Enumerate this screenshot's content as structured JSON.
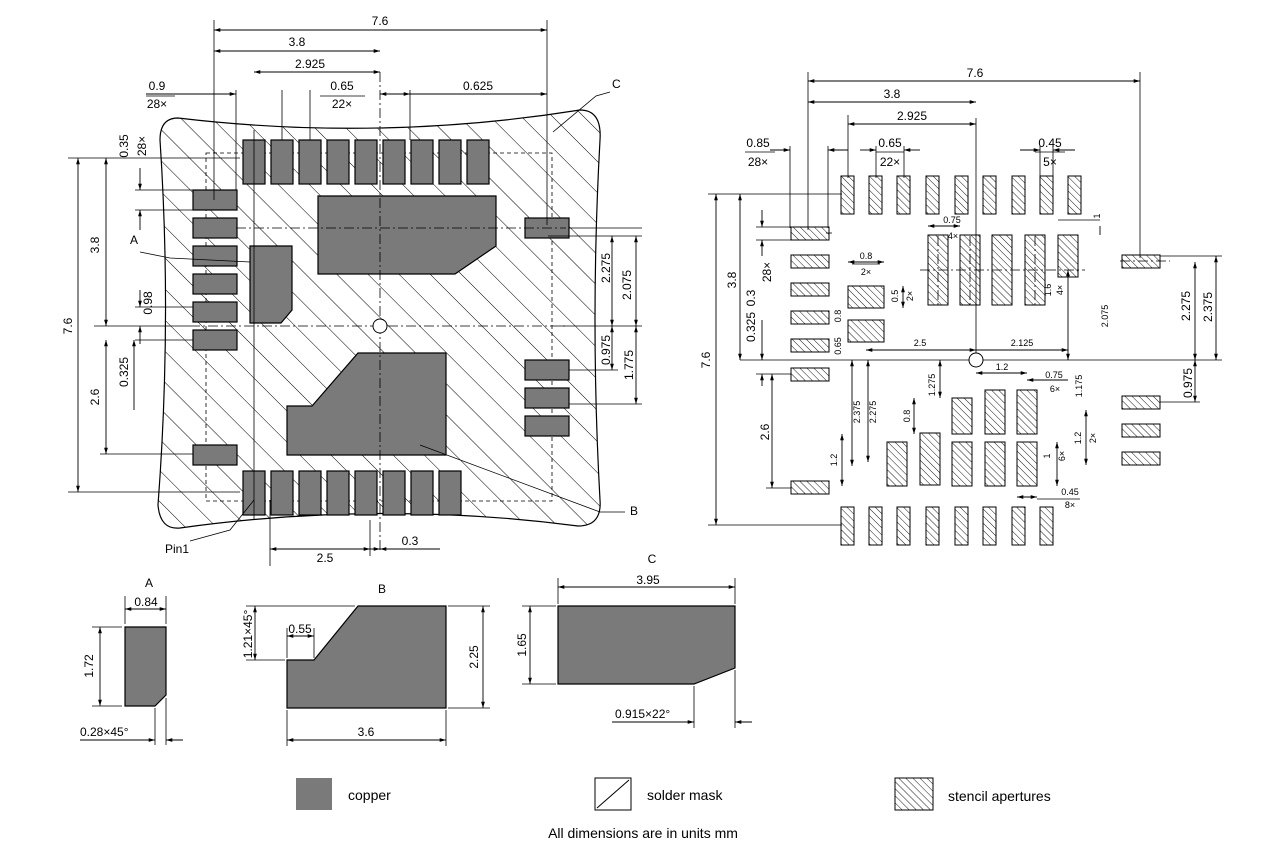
{
  "main_view": {
    "dims_top": [
      "7.6",
      "3.8",
      "2.925",
      "0.65",
      "22×",
      "0.625",
      "0.9",
      "28×"
    ],
    "dims_left": [
      "0.35",
      "28×",
      "3.8",
      "7.6",
      "0.98",
      "0.325",
      "2.6"
    ],
    "dims_right": [
      "2.275",
      "2.075",
      "0.975",
      "1.775"
    ],
    "dims_bottom": [
      "2.5",
      "0.3"
    ],
    "callouts": [
      "A",
      "B",
      "C",
      "Pin1"
    ]
  },
  "stencil_view": {
    "dims_top": [
      "7.6",
      "3.8",
      "2.925",
      "0.85",
      "28×",
      "0.65",
      "22×",
      "0.45",
      "5×"
    ],
    "dims_left": [
      "7.6",
      "3.8",
      "0.3",
      "28×",
      "0.325",
      "2.6"
    ],
    "dims_inner": [
      "0.75",
      "4×",
      "0.8",
      "2×",
      "0.5",
      "2×",
      "0.8",
      "0.65",
      "1.6",
      "4×",
      "1",
      "2.5",
      "2.125",
      "2.075",
      "1.2",
      "0.75",
      "6×",
      "1.175",
      "1.275",
      "0.8",
      "2.375",
      "2.275",
      "1.2",
      "1",
      "6×",
      "1.2",
      "2×",
      "0.45",
      "8×"
    ],
    "dims_right": [
      "2.275",
      "2.375",
      "0.975"
    ]
  },
  "detail_a": {
    "title": "A",
    "dims": [
      "0.84",
      "1.72",
      "0.28×45°"
    ]
  },
  "detail_b": {
    "title": "B",
    "dims": [
      "1.21×45°",
      "0.55",
      "2.25",
      "3.6"
    ]
  },
  "detail_c": {
    "title": "C",
    "dims": [
      "3.95",
      "1.65",
      "0.915×22°"
    ]
  },
  "legend": [
    "copper",
    "solder mask",
    "stencil apertures"
  ],
  "footer": "All dimensions are in units mm",
  "colors": {
    "copper": "#7a7a7a",
    "line": "#000000",
    "background": "#ffffff"
  }
}
